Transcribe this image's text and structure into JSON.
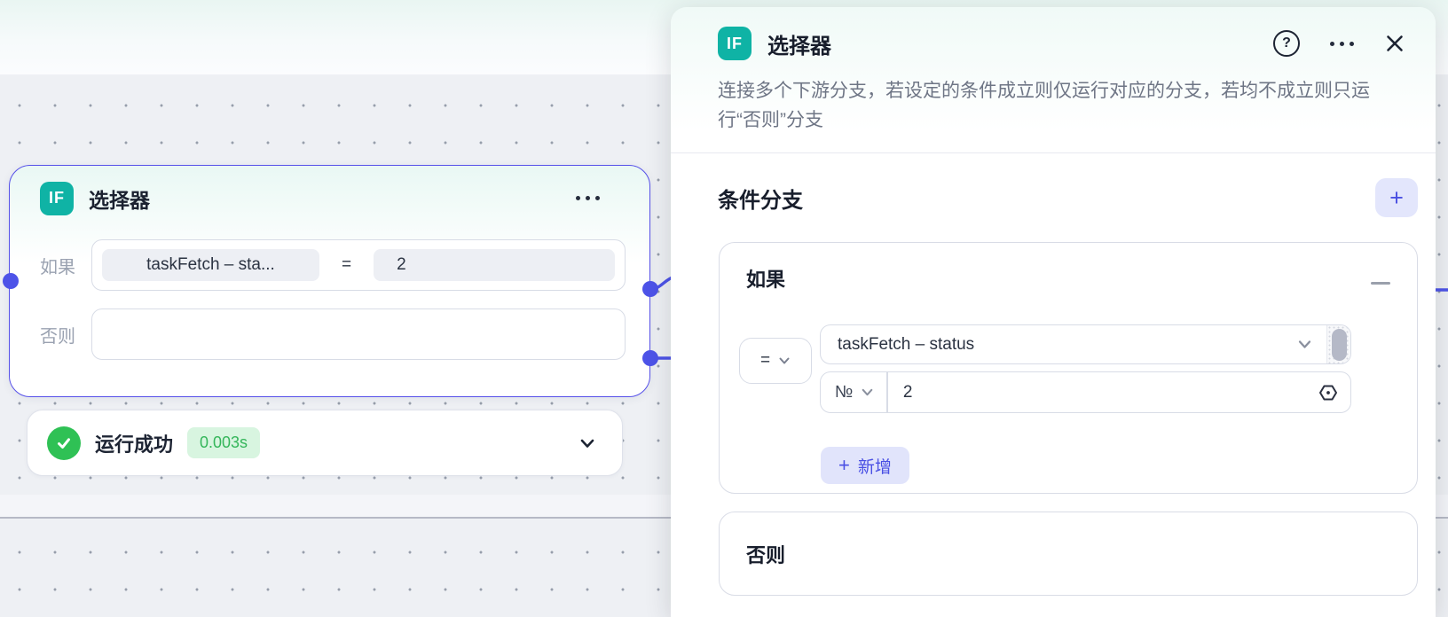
{
  "colors": {
    "accent_blue": "#4d53e8",
    "node_border": "#5650e9",
    "teal_icon": "#0fb3a5",
    "success_green": "#2fc155",
    "badge_bg": "#d8f5e0",
    "badge_text": "#34b65a",
    "canvas_bg": "#eef0f4"
  },
  "canvas_node": {
    "icon": "IF",
    "title": "选择器",
    "branch_if": {
      "label": "如果",
      "left_operand": "taskFetch – sta...",
      "operator": "=",
      "right_operand": "2"
    },
    "branch_else": {
      "label": "否则"
    },
    "status": {
      "label": "运行成功",
      "duration": "0.003s"
    }
  },
  "panel": {
    "icon": "IF",
    "title": "选择器",
    "help_glyph": "?",
    "description": "连接多个下游分支，若设定的条件成立则仅运行对应的分支，若均不成立则只运行“否则”分支",
    "section": {
      "title": "条件分支",
      "add_glyph": "+"
    },
    "if_card": {
      "title": "如果",
      "operator": "=",
      "operand_field": "taskFetch – status",
      "value_type_glyph": "№",
      "value": "2",
      "add_plus": "+",
      "add_label": "新增"
    },
    "else_card": {
      "title": "否则"
    }
  }
}
